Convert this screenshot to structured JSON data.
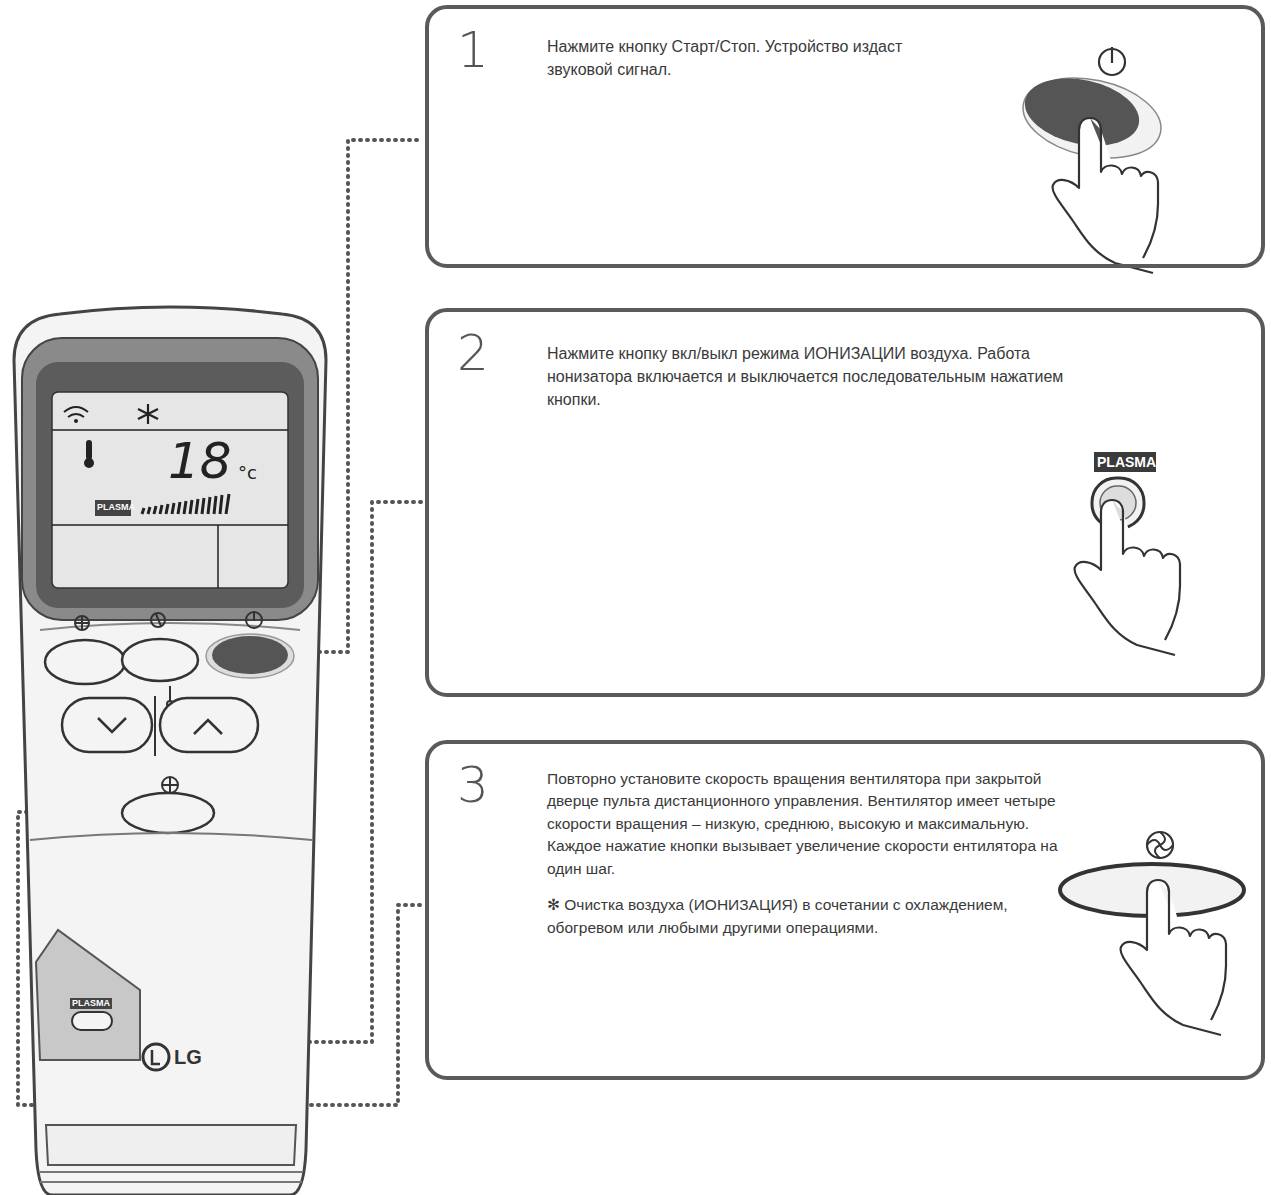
{
  "diagram": {
    "nodes": [
      {
        "text": [
          "1",
          "Нажмите кнопку Старт/Стоп. Устройство издаст звуковой сигнал."
        ]
      },
      {
        "text": [
          "2",
          "Нажмите кнопку вкл/выкл режима ИОНИЗАЦИИ воздуха. Работа нонизатора включается и выключается последовательным нажатием кнопки."
        ]
      },
      {
        "text": [
          "3",
          "Повторно установите скорость вращения вентилятора при закрытой дверце пульта дистанционного управления. Вентилятор имеет четыре скорости вращения – низкую, среднюю, высокую и максимальную. Каждое нажатие кнопки вызывает увеличение скорости ентилятора на один шаг.",
          "✻ Очистка воздуха (ИОНИЗАЦИЯ) в сочетании с охлаждением, обогревом или любыми другими операциями."
        ]
      }
    ],
    "labels": [
      "18",
      "°c",
      "PLASMA",
      "PLASMA",
      "LG",
      "PLASMA"
    ]
  }
}
